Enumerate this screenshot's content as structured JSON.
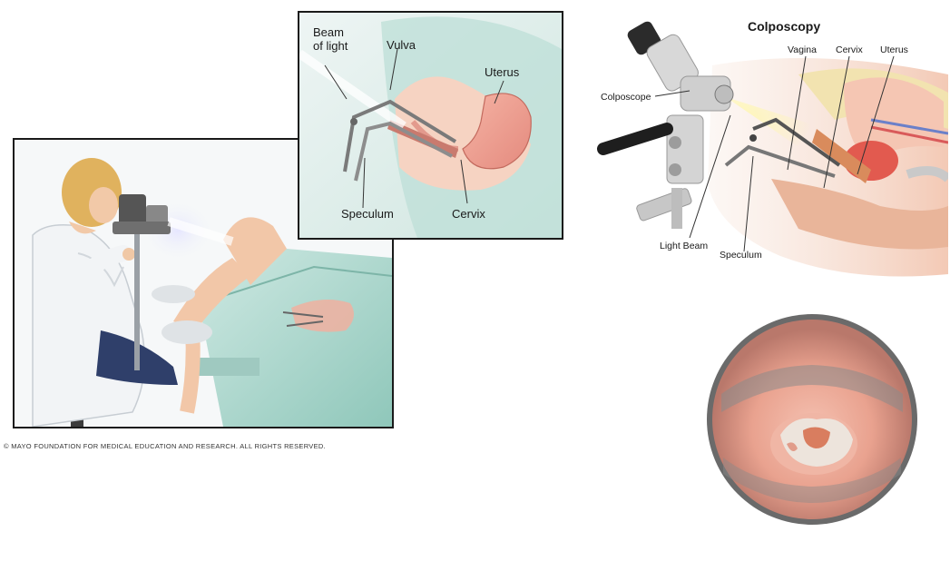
{
  "copyright": "© MAYO FOUNDATION FOR MEDICAL EDUCATION AND RESEARCH. ALL RIGHTS RESERVED.",
  "inset": {
    "label_beam_line1": "Beam",
    "label_beam_line2": "of light",
    "label_vulva": "Vulva",
    "label_uterus": "Uterus",
    "label_speculum": "Speculum",
    "label_cervix": "Cervix"
  },
  "right_diagram": {
    "title": "Colposcopy",
    "label_vagina": "Vagina",
    "label_cervix": "Cervix",
    "label_uterus": "Uterus",
    "label_colposcope": "Colposcope",
    "label_light_beam": "Light Beam",
    "label_speculum": "Speculum"
  },
  "colors": {
    "panel_border": "#1a1a1a",
    "drape": "#a9d6cc",
    "tissue_pink": "#e89a8f",
    "coat_white": "#f2f4f6",
    "hair_blonde": "#e0b25e"
  }
}
